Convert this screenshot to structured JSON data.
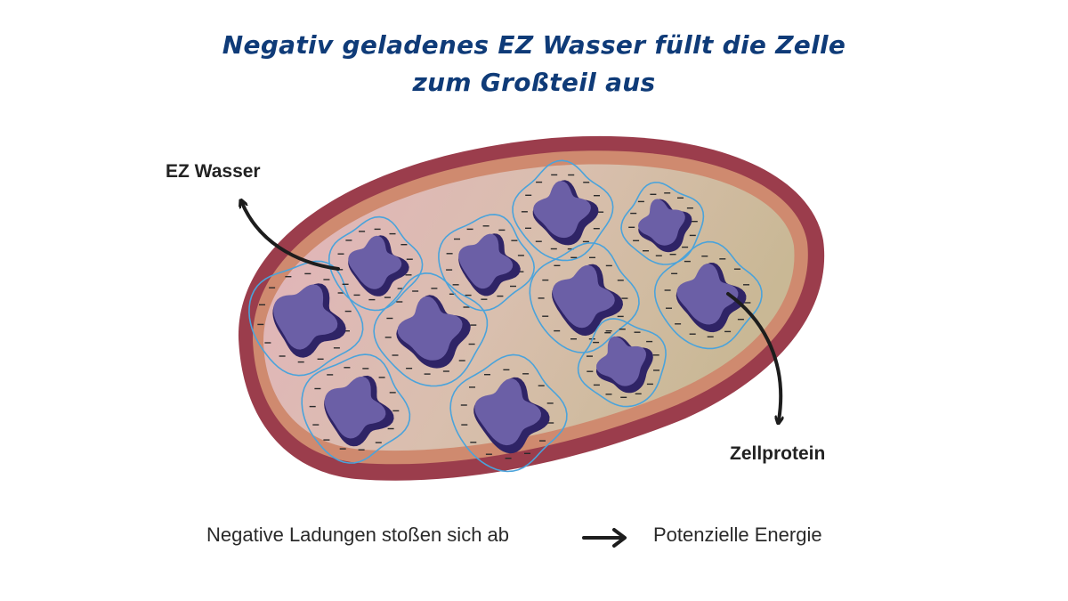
{
  "title": {
    "line1": "Negativ geladenes EZ Wasser füllt die Zelle",
    "line2": "zum Großteil aus"
  },
  "labels": {
    "ez_water": "EZ Wasser",
    "protein": "Zellprotein"
  },
  "footer": {
    "left": "Negative Ladungen stoßen sich ab",
    "right": "Potenzielle Energie"
  },
  "colors": {
    "title": "#0f3b78",
    "membrane": "#9b3d4c",
    "protein": "#6b5fa6",
    "protein_shadow": "#2f2466",
    "ez_outline": "#4aa3db",
    "cytoplasm": "#d8b7a9"
  }
}
